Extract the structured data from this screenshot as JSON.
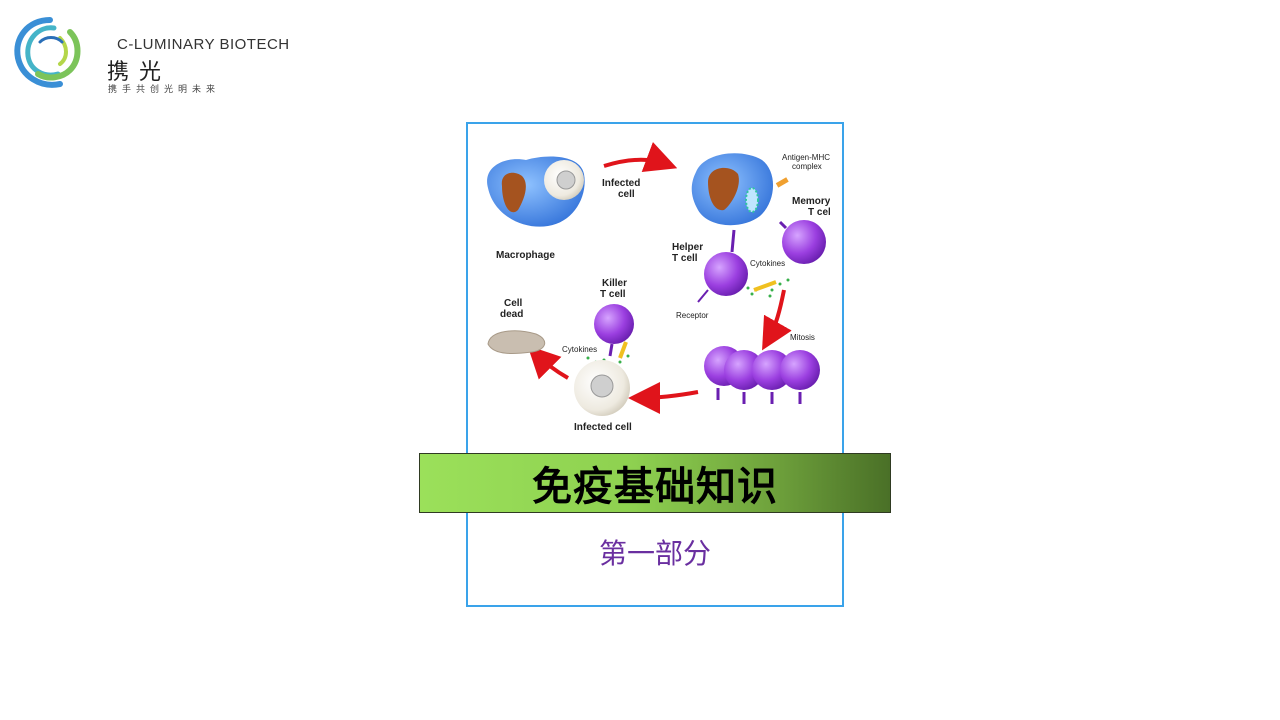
{
  "logo": {
    "brand_en": "C-LUMINARY BIOTECH",
    "brand_cn": "携光",
    "slogan": "携手共创光明未来"
  },
  "diagram": {
    "labels": {
      "infected_cell_top": "Infected\ncell",
      "macrophage": "Macrophage",
      "antigen_mhc": "Antigen-MHC\ncomplex",
      "memory_t_cell": "Memory\nT cell",
      "helper_t_cell": "Helper\nT cell",
      "cytokines_right": "Cytokines",
      "receptor": "Receptor",
      "mitosis": "Mitosis",
      "killer_t_cell": "Killer\nT cell",
      "cell_dead": "Cell\ndead",
      "cytokines_left": "Cytokines",
      "infected_cell_bottom": "Infected cell"
    }
  },
  "title": "免疫基础知识",
  "subtitle": "第一部分",
  "colors": {
    "frame_border": "#3aa3ea",
    "banner_start": "#9be05a",
    "banner_end": "#4a7027",
    "subtitle": "#6a2fa0",
    "arrow": "#e0141b",
    "tcell": "#9b3fe0",
    "macrophage": "#4f8ee8"
  }
}
